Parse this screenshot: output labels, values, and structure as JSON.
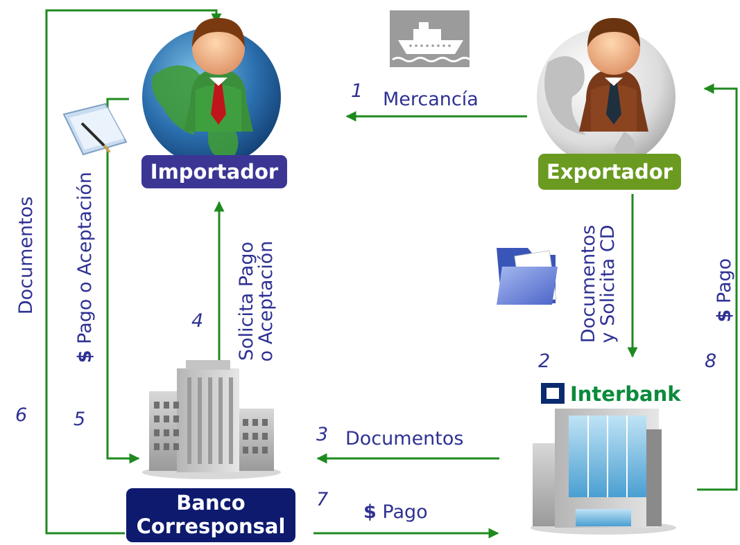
{
  "actors": {
    "importer": {
      "label": "Importador",
      "color": "#3b3694"
    },
    "exporter": {
      "label": "Exportador",
      "color": "#6a9a1f"
    },
    "correspondent_bank": {
      "line1": "Banco",
      "line2": "Corresponsal",
      "color": "#0d1a6e"
    },
    "interbank": {
      "brand": "Interbank"
    }
  },
  "flows": [
    {
      "step": "1",
      "label": "Mercancía"
    },
    {
      "step": "2",
      "line1": "Documentos",
      "line2": "y Solicita CD"
    },
    {
      "step": "3",
      "label": "Documentos"
    },
    {
      "step": "4",
      "line1": "Solicita Pago",
      "line2": "o Aceptación"
    },
    {
      "step": "5",
      "symbol": "$",
      "label": " Pago o Aceptación"
    },
    {
      "step": "6",
      "label": "Documentos"
    },
    {
      "step": "7",
      "symbol": "$",
      "label": " Pago"
    },
    {
      "step": "8",
      "symbol": "$",
      "label": " Pago"
    }
  ],
  "colors": {
    "arrow": "#1e8a1e",
    "text": "#2e3192",
    "interbank_green": "#0b8a3c",
    "interbank_blue": "#0a2a6e"
  },
  "icons": [
    "ship-icon",
    "globe-person-icon",
    "notepad-pen-icon",
    "folder-icon",
    "building-icon",
    "interbank-building-icon"
  ]
}
